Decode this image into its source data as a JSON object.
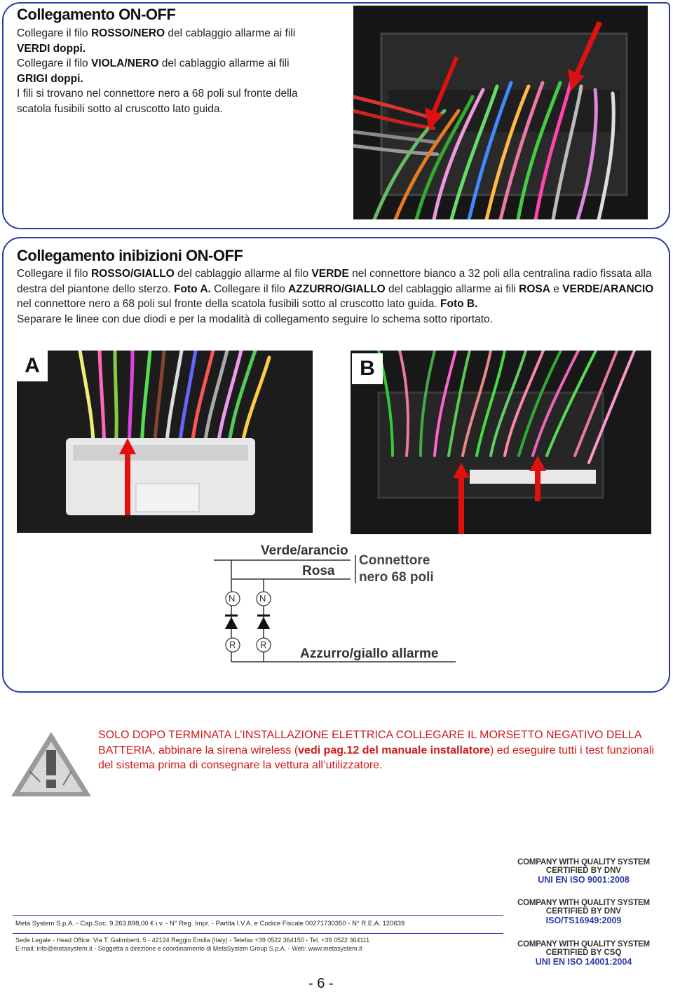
{
  "section1": {
    "title": "Collegamento ON-OFF",
    "line1_a": "Collegare il filo ",
    "line1_b": "ROSSO/NERO",
    "line1_c": " del cablaggio allarme ai fili",
    "line2": "VERDI doppi.",
    "line3_a": "Collegare il  filo ",
    "line3_b": "VIOLA/NERO",
    "line3_c": " del cablaggio allarme ai fili",
    "line4": "GRIGI doppi.",
    "line5": "I fili si trovano nel connettore nero a 68 poli sul fronte della",
    "line6": "scatola fusibili sotto al cruscotto lato guida."
  },
  "section2": {
    "title": "Collegamento inibizioni ON-OFF",
    "p1_a": "Collegare il filo ",
    "p1_b": "ROSSO/GIALLO",
    "p1_c": " del cablaggio allarme al filo ",
    "p1_d": "VERDE",
    "p1_e": " nel connettore bianco a 32 poli alla centralina radio fissata alla destra del piantone dello sterzo. ",
    "p1_f": "Foto A.",
    "p1_g": " Collegare il  filo ",
    "p1_h": "AZZURRO/GIALLO",
    "p1_i": " del cablaggio allarme ai fili ",
    "p1_j": "ROSA",
    "p1_k": " e ",
    "p1_l": "VERDE/ARANCIO",
    "p1_m": " nel connettore nero a 68 poli sul fronte della scatola fusibili sotto al cruscotto lato guida. ",
    "p1_n": "Foto B.",
    "p2": "Separare le linee con due diodi e per la modalità di collegamento seguire lo schema sotto riportato.",
    "photo_a_label": "A",
    "photo_b_label": "B"
  },
  "diagram": {
    "wire1": "Verde/arancio",
    "wire2": "Rosa",
    "connector_line1": "Connettore",
    "connector_line2": "nero 68 poli",
    "n": "N",
    "r": "R",
    "bottom": "Azzurro/giallo allarme"
  },
  "warning": {
    "text_a": "SOLO DOPO TERMINATA L’INSTALLAZIONE ELETTRICA COLLEGARE IL MORSETTO NEGATIVO DELLA BATTERIA, abbinare la sirena wireless (",
    "text_b": "vedi pag.12 del manuale installatore",
    "text_c": ") ed eseguire tutti i test funzionali del sistema prima di consegnare la vettura all’utilizzatore."
  },
  "footer": {
    "company": "Meta System S.p.A. - Cap.Soc. 9.263.898,00 € i.v. - N° Reg. Impr. - Partita I.V.A. e Codice Fiscale 00271730350 - N° R.E.A. 120639",
    "address1": "Sede Legale - Head Office: Via T. Galimberti, 5 - 42124 Reggio Emilia (Italy) - Telefax +39 0522 364150 - Tel. +39 0522 364111",
    "address2": "E-mail: info@metasystem.it - Soggetta a direzione e coordinamento di MetaSystem Group S.p.A. - Web: www.metasystem.it",
    "page": "- 6 -"
  },
  "certifications": [
    {
      "line1": "COMPANY WITH QUALITY SYSTEM",
      "line2": "CERTIFIED BY DNV",
      "line3": "UNI EN ISO 9001:2008"
    },
    {
      "line1": "COMPANY WITH QUALITY SYSTEM",
      "line2": "CERTIFIED BY DNV",
      "line3": "ISO/TS16949:2009"
    },
    {
      "line1": "COMPANY WITH QUALITY SYSTEM",
      "line2": "CERTIFIED BY CSQ",
      "line3": "UNI EN ISO 14001:2004"
    }
  ],
  "colors": {
    "accent": "#2a3aa8",
    "warning": "#d11a1a",
    "arrow": "#e01010"
  }
}
